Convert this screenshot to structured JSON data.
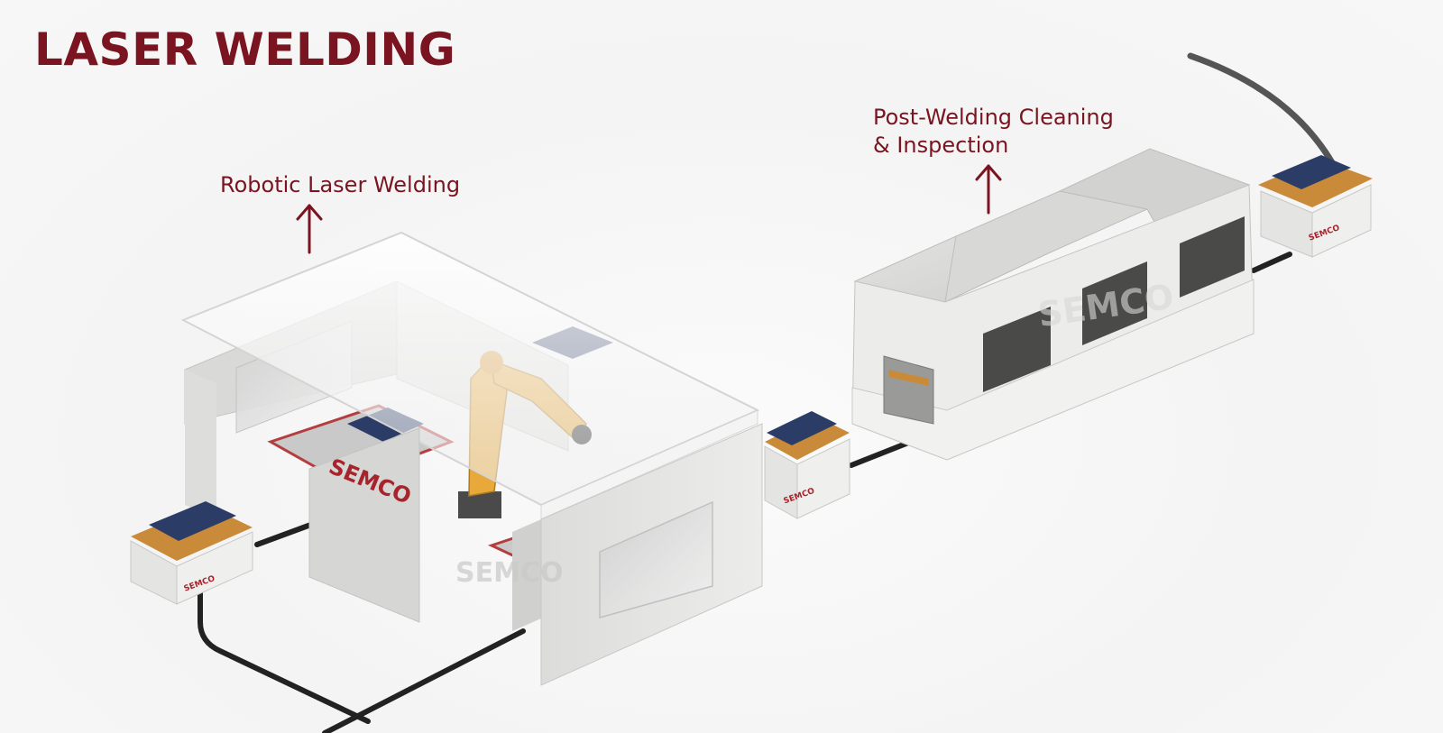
{
  "title": "LASER WELDING",
  "callouts": {
    "welding": "Robotic Laser Welding",
    "cleaning_line1": "Post-Welding Cleaning",
    "cleaning_line2": "& Inspection"
  },
  "brand": {
    "logo_text": "SEMCO"
  },
  "colors": {
    "accent": "#7a1420",
    "track": "#222222",
    "machine": "#e8e8e6",
    "robot": "#e8a93a",
    "battery": "#2b3d66",
    "tray": "#c98a3a"
  },
  "icons": {
    "callout_arrow": "up-arrow-icon"
  }
}
